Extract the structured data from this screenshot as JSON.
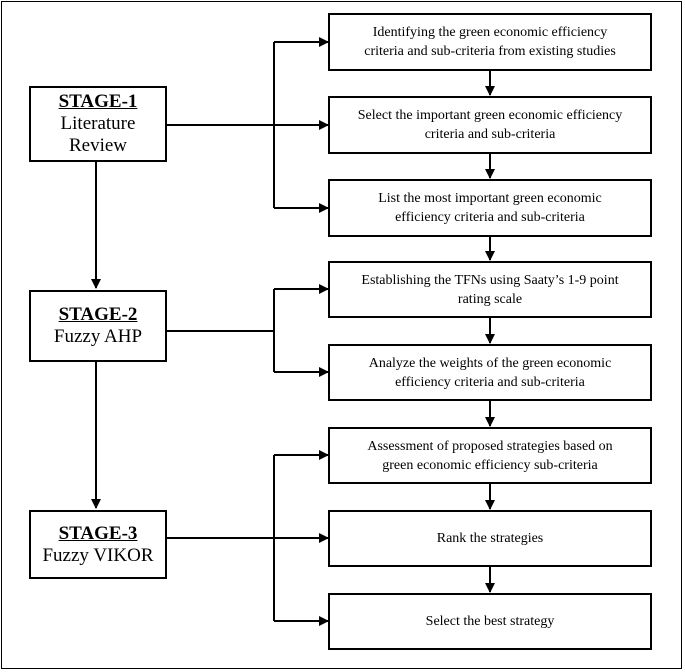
{
  "stages": [
    {
      "title": "STAGE-1",
      "sub1": "Literature",
      "sub2": "Review"
    },
    {
      "title": "STAGE-2",
      "sub1": "Fuzzy AHP",
      "sub2": ""
    },
    {
      "title": "STAGE-3",
      "sub1": "Fuzzy VIKOR",
      "sub2": ""
    }
  ],
  "steps": [
    {
      "line1": "Identifying the green economic efficiency",
      "line2": "criteria and sub-criteria from existing studies"
    },
    {
      "line1": "Select the important green economic efficiency",
      "line2": "criteria and sub-criteria"
    },
    {
      "line1": "List the most important green economic",
      "line2": "efficiency criteria and sub-criteria"
    },
    {
      "line1": "Establishing the TFNs using Saaty’s 1-9 point",
      "line2": "rating scale"
    },
    {
      "line1": "Analyze the weights of the green economic",
      "line2": "efficiency criteria and sub-criteria"
    },
    {
      "line1": "Assessment of proposed strategies based on",
      "line2": "green economic efficiency sub-criteria"
    },
    {
      "line1": "Rank the strategies",
      "line2": ""
    },
    {
      "line1": "Select the best strategy",
      "line2": ""
    }
  ]
}
